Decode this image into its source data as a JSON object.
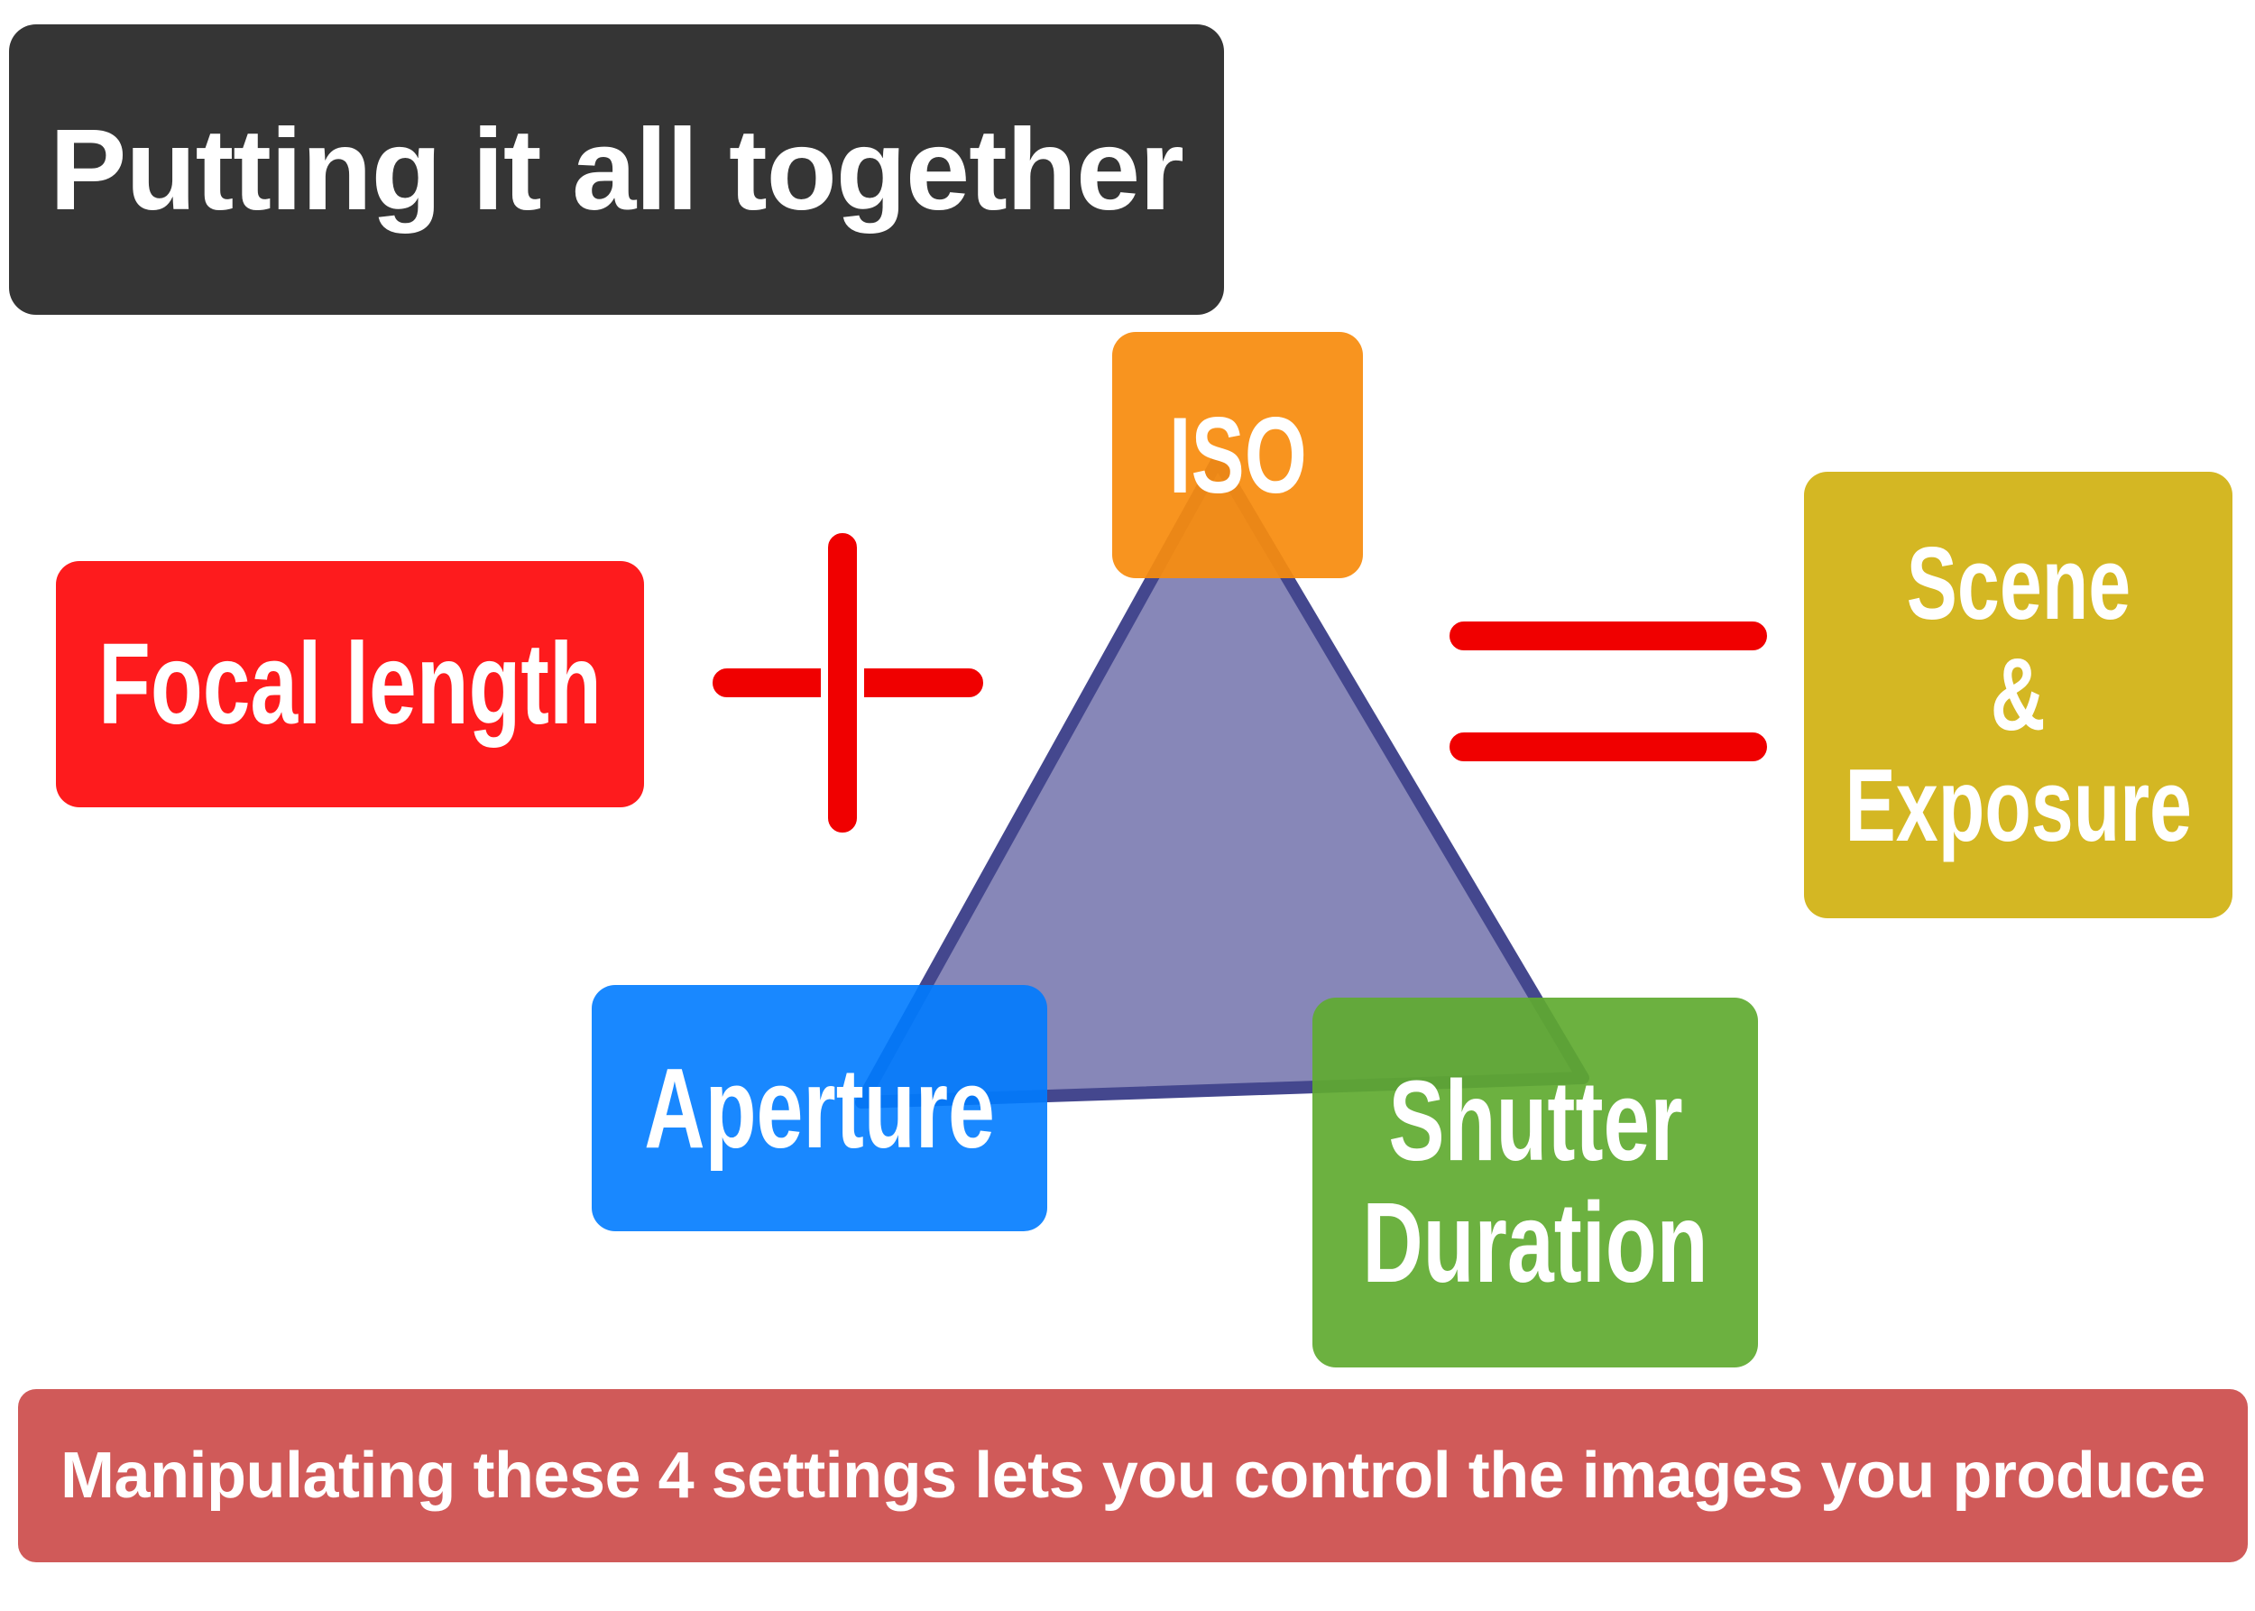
{
  "title": "Putting it all together",
  "boxes": {
    "focal_length": "Focal length",
    "iso": "ISO",
    "aperture": "Aperture",
    "shutter": [
      "Shutter",
      "Duration"
    ],
    "scene": [
      "Scene",
      "&",
      "Exposure"
    ]
  },
  "operators": {
    "plus": "plus-icon",
    "equals": "equals-icon"
  },
  "caption": "Manipulating these 4 settings lets you control the images you produce",
  "colors": {
    "title_bg": "#353535",
    "focal_length": "#fe1b1d",
    "iso": "#f78c0e",
    "aperture": "#007bff",
    "shutter": "#60aa30",
    "scene": "#d4b723",
    "triangle_fill": "#8787b8",
    "triangle_stroke": "#44478e",
    "operator_red": "#f00000",
    "caption_bg": "#d05a59"
  }
}
